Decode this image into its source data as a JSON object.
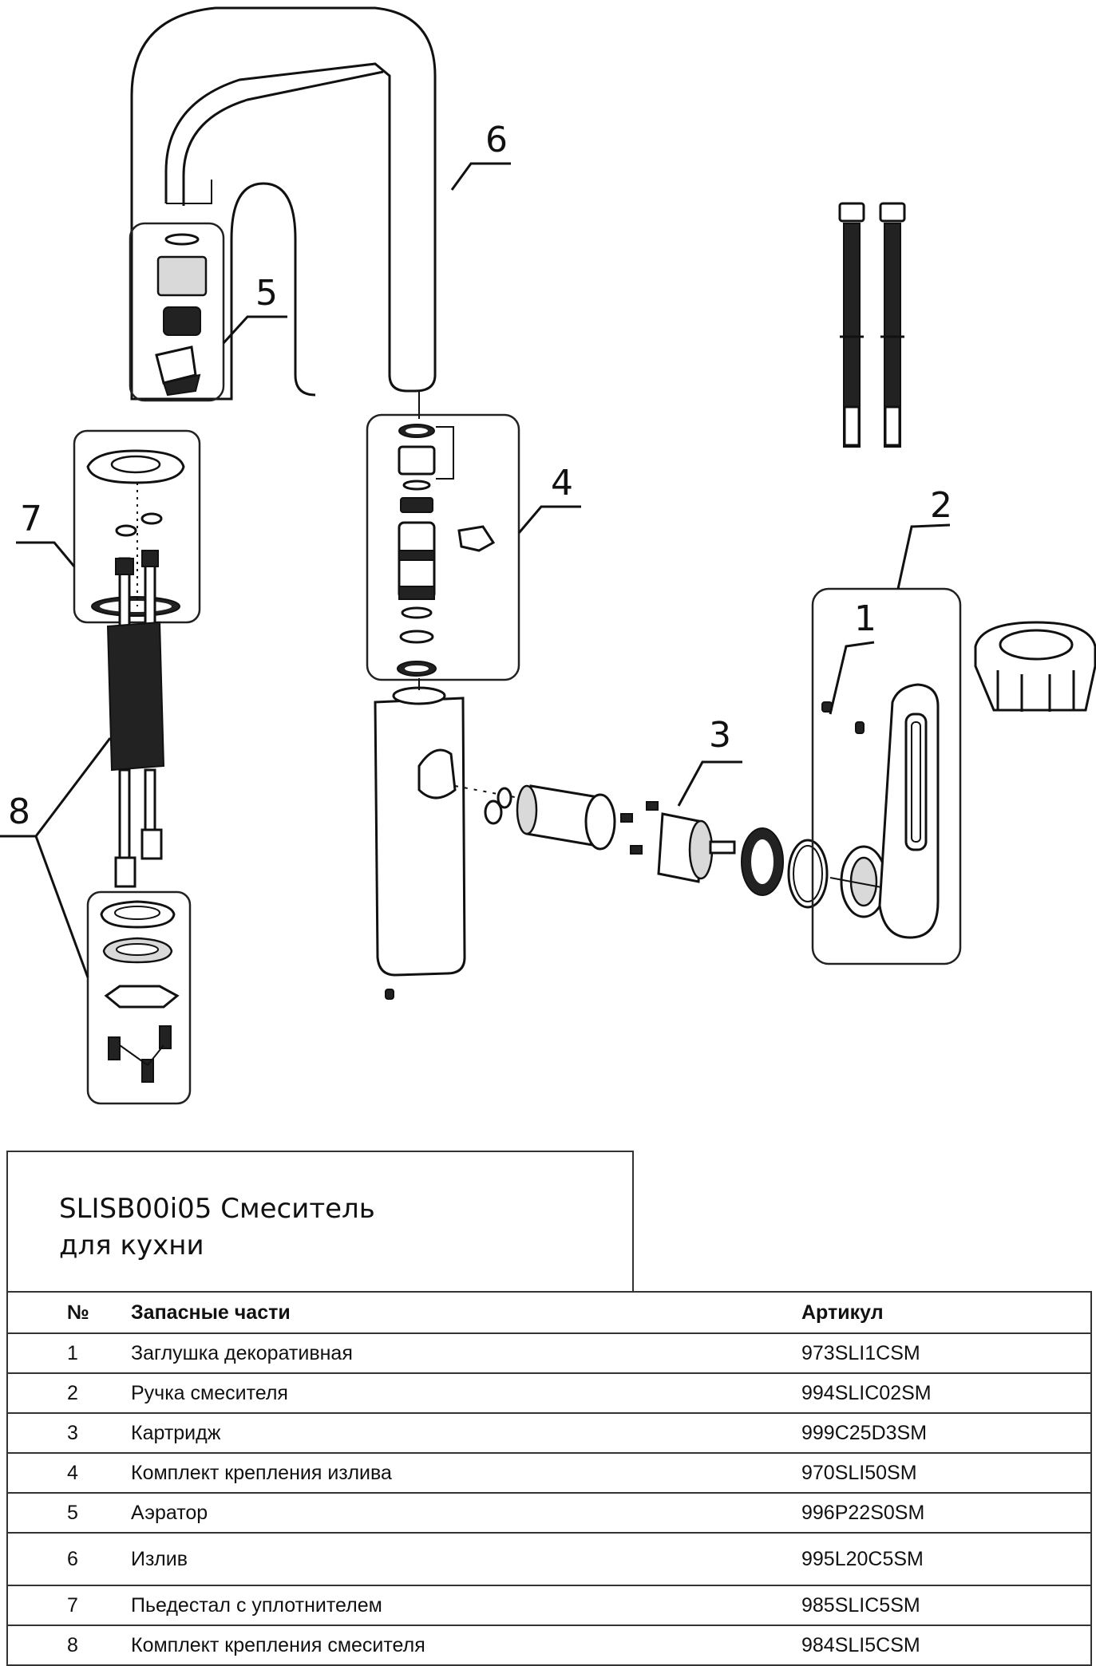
{
  "diagram": {
    "callouts": [
      "1",
      "2",
      "3",
      "4",
      "5",
      "6",
      "7",
      "8"
    ]
  },
  "title": "SLISB00i05 Смеситель\nдля кухни",
  "table": {
    "headers": {
      "no": "№",
      "name": "Запасные части",
      "article": "Артикул"
    },
    "rows": [
      {
        "no": "1",
        "name": "Заглушка декоративная",
        "article": "973SLI1CSM"
      },
      {
        "no": "2",
        "name": "Ручка смесителя",
        "article": "994SLIC02SM"
      },
      {
        "no": "3",
        "name": "Картридж",
        "article": "999C25D3SM"
      },
      {
        "no": "4",
        "name": "Комплект крепления излива",
        "article": "970SLI50SM"
      },
      {
        "no": "5",
        "name": "Аэратор",
        "article": "996P22S0SM"
      },
      {
        "no": "6",
        "name": "Излив",
        "article": "995L20C5SM"
      },
      {
        "no": "7",
        "name": "Пьедестал с уплотнителем",
        "article": "985SLIC5SM"
      },
      {
        "no": "8",
        "name": "Комплект крепления смесителя",
        "article": "984SLI5CSM"
      }
    ]
  }
}
